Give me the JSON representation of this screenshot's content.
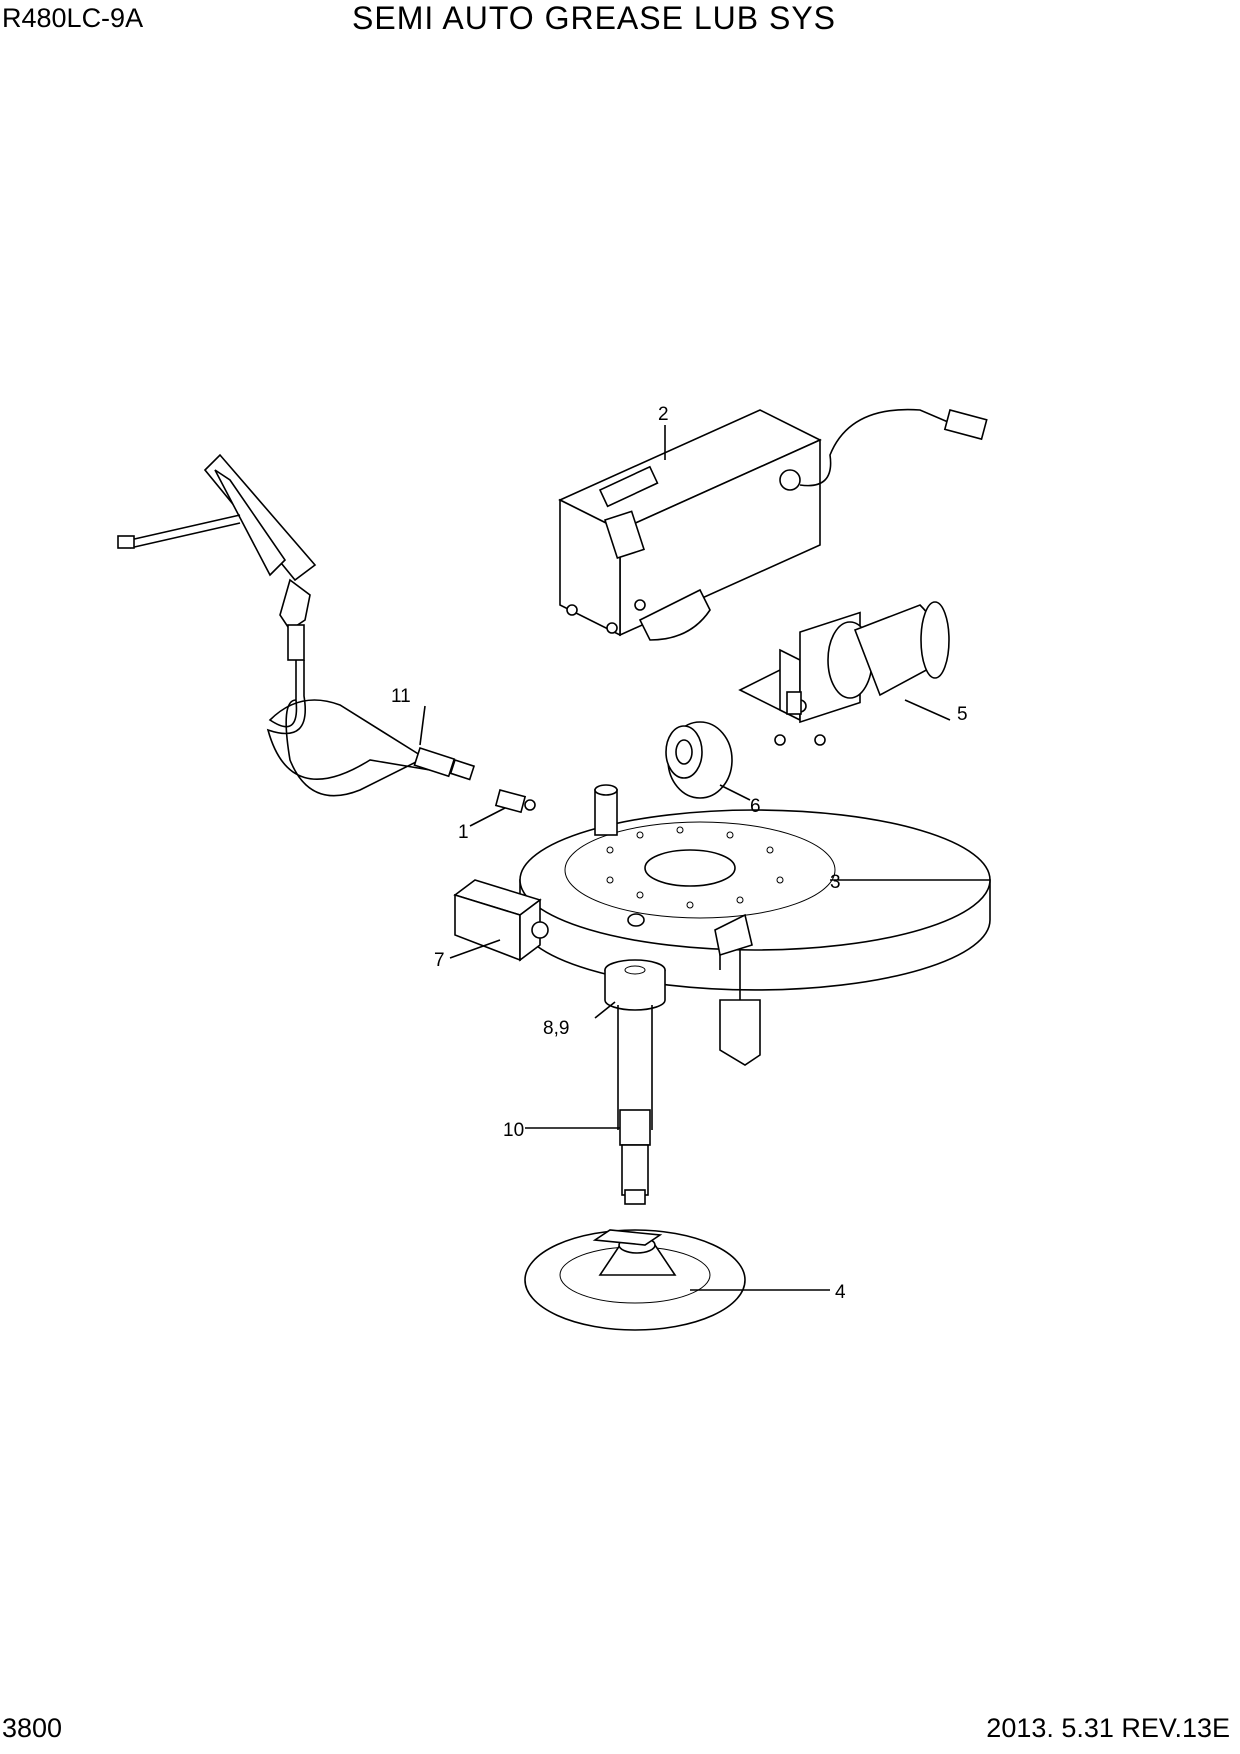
{
  "header": {
    "model": "R480LC-9A",
    "title": "SEMI AUTO GREASE LUB SYS"
  },
  "footer": {
    "page_number": "3800",
    "revision": "2013. 5.31  REV.13E"
  },
  "callouts": {
    "c1": "1",
    "c2": "2",
    "c3": "3",
    "c4": "4",
    "c5": "5",
    "c6": "6",
    "c7": "7",
    "c89": "8,9",
    "c10": "10",
    "c11": "11"
  }
}
